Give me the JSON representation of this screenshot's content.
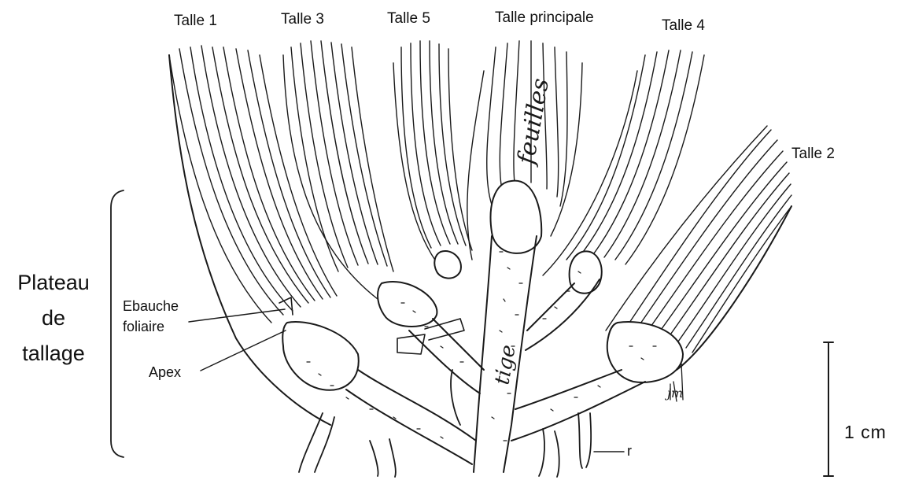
{
  "tillers": {
    "talle1": "Talle 1",
    "talle3": "Talle 3",
    "talle5": "Talle 5",
    "principale": "Talle principale",
    "talle4": "Talle 4",
    "talle2": "Talle 2"
  },
  "plateau": {
    "line1": "Plateau",
    "line2": "de",
    "line3": "tallage"
  },
  "annotations": {
    "ebauche_line1": "Ebauche",
    "ebauche_line2": "foliaire",
    "apex": "Apex",
    "root": "r"
  },
  "handwritten": {
    "feuilles": "feuilles",
    "tige": "tige",
    "signature": "jm"
  },
  "scale": {
    "label": "1 cm"
  }
}
